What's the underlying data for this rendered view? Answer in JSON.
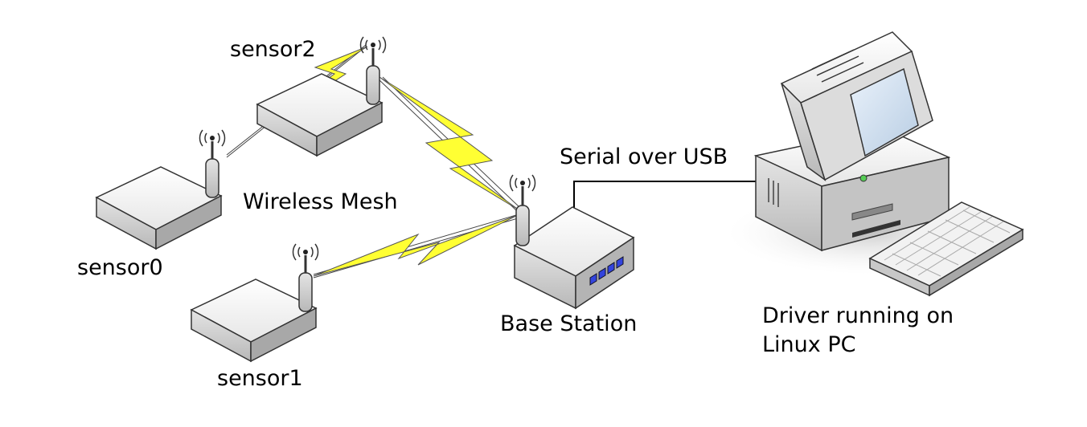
{
  "labels": {
    "sensor0": "sensor0",
    "sensor1": "sensor1",
    "sensor2": "sensor2",
    "wireless_mesh": "Wireless Mesh",
    "base_station": "Base Station",
    "serial_link": "Serial over USB",
    "linux_pc": "Driver running on\nLinux PC"
  },
  "nodes": [
    {
      "id": "sensor0",
      "type": "wireless-sensor"
    },
    {
      "id": "sensor1",
      "type": "wireless-sensor"
    },
    {
      "id": "sensor2",
      "type": "wireless-sensor"
    },
    {
      "id": "base_station",
      "type": "base-station"
    },
    {
      "id": "linux_pc",
      "type": "desktop-computer"
    }
  ],
  "links": [
    {
      "from": "sensor0",
      "to": "sensor2",
      "kind": "wireless"
    },
    {
      "from": "sensor2",
      "to": "base_station",
      "kind": "wireless"
    },
    {
      "from": "sensor1",
      "to": "base_station",
      "kind": "wireless"
    },
    {
      "from": "base_station",
      "to": "linux_pc",
      "kind": "wired",
      "label": "Serial over USB"
    }
  ],
  "colors": {
    "wireless_bolt": "#ffff33",
    "device_top": "#ffffff",
    "device_side": "#d8d8d8",
    "device_dark": "#a8a8a8",
    "screen": "#d4e4f4",
    "led": "#3344dd",
    "power_led": "#55cc55"
  }
}
